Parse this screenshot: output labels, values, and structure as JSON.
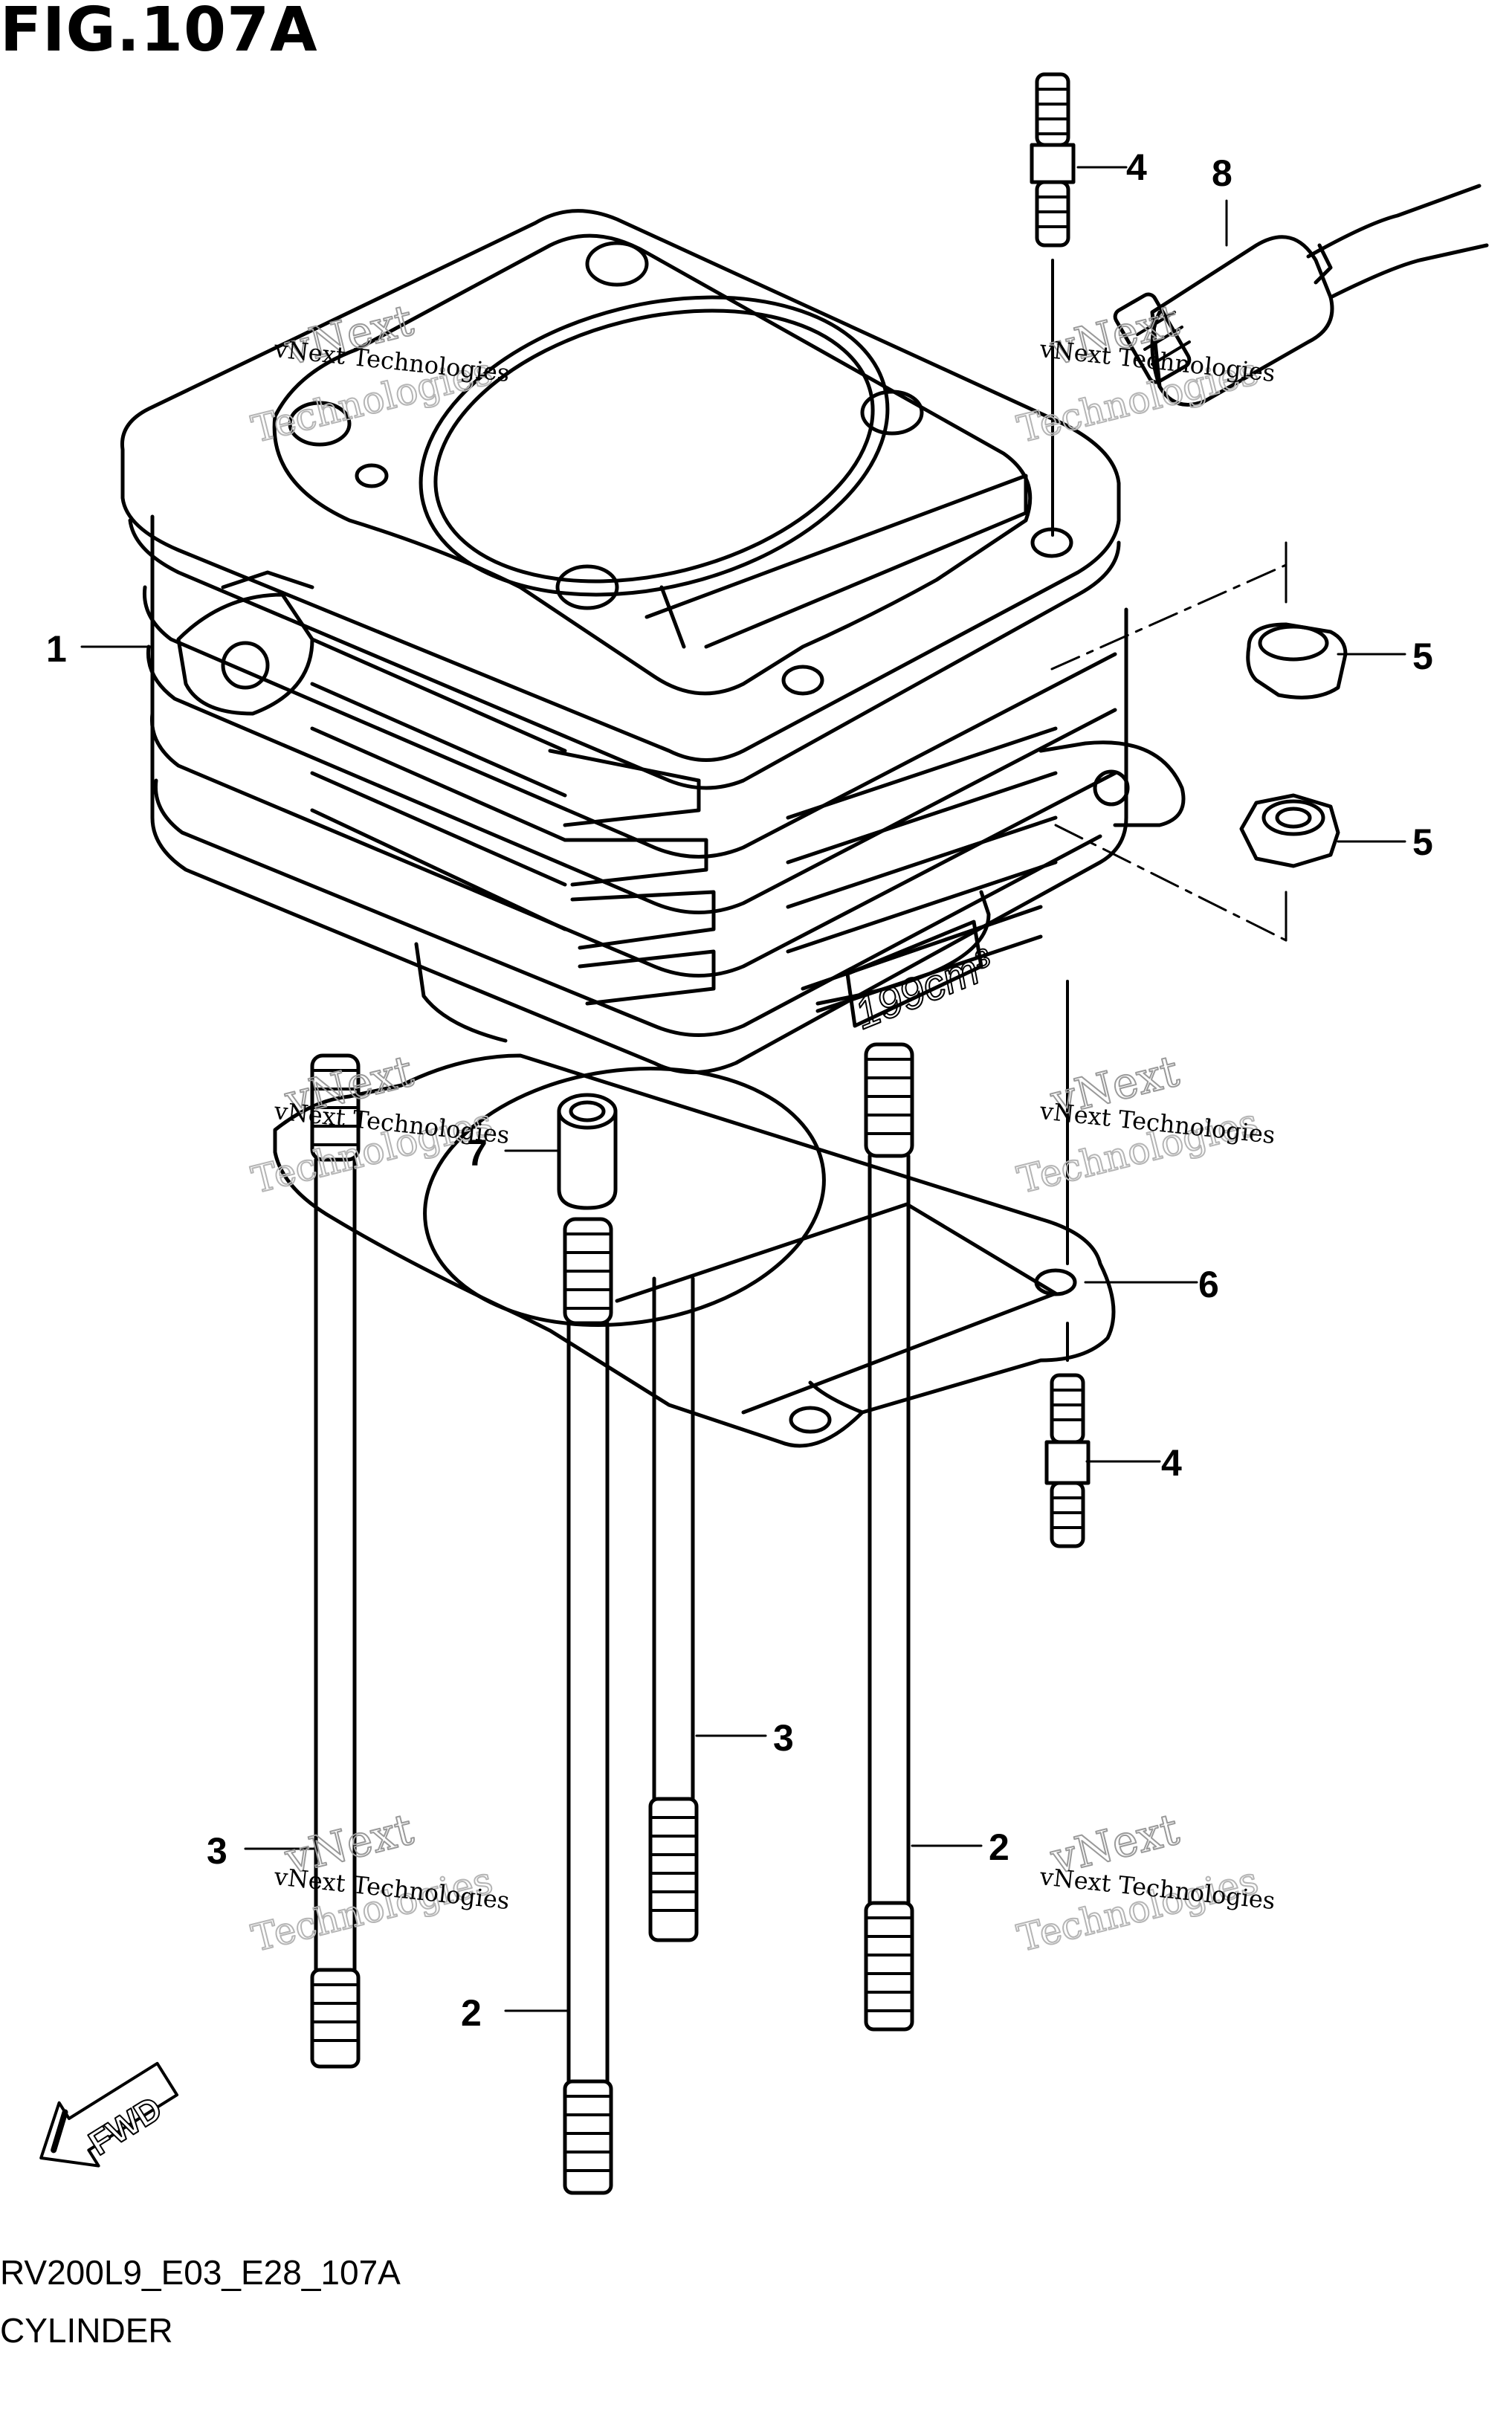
{
  "figure": {
    "title": "FIG.107A",
    "code": "RV200L9_E03_E28_107A",
    "name": "CYLINDER"
  },
  "callouts": [
    {
      "id": "c1",
      "label": "1"
    },
    {
      "id": "c2a",
      "label": "2"
    },
    {
      "id": "c2b",
      "label": "2"
    },
    {
      "id": "c3a",
      "label": "3"
    },
    {
      "id": "c3b",
      "label": "3"
    },
    {
      "id": "c4a",
      "label": "4"
    },
    {
      "id": "c4b",
      "label": "4"
    },
    {
      "id": "c5a",
      "label": "5"
    },
    {
      "id": "c5b",
      "label": "5"
    },
    {
      "id": "c6",
      "label": "6"
    },
    {
      "id": "c7",
      "label": "7"
    },
    {
      "id": "c8",
      "label": "8"
    }
  ],
  "engraving": "199cm³",
  "fwd_label": "FWD",
  "watermark": {
    "line1": "vNext Technologies",
    "line2": "vNext",
    "line3": "Technologies"
  }
}
